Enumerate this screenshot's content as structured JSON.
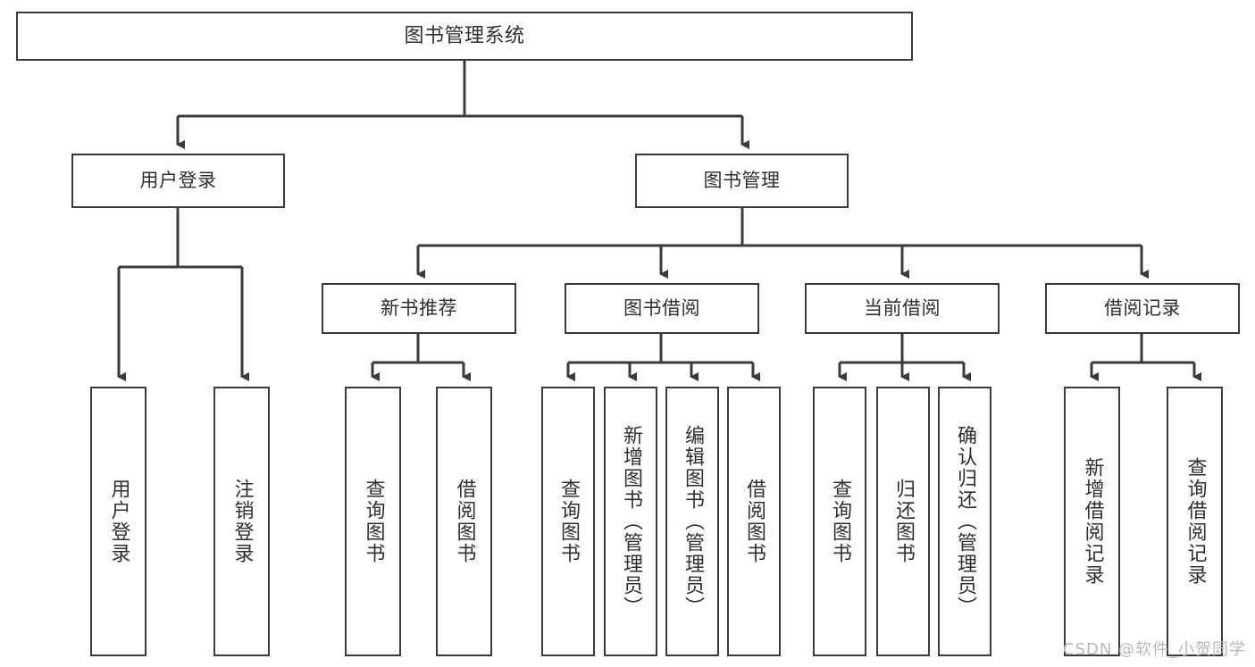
{
  "diagram": {
    "title": "图书管理系统",
    "watermark": "CSDN @软件_小贺同学",
    "colors": {
      "box_border": "#3a3a3a",
      "box_fill": "#ffffff",
      "connector": "#3a3a3a",
      "text": "#2f2f2f",
      "watermark": "#b9b9b9",
      "background": "#ffffff"
    },
    "root": {
      "label": "图书管理系统"
    },
    "level2": [
      {
        "label": "用户登录"
      },
      {
        "label": "图书管理"
      }
    ],
    "level3": [
      {
        "label": "新书推荐"
      },
      {
        "label": "图书借阅"
      },
      {
        "label": "当前借阅"
      },
      {
        "label": "借阅记录"
      }
    ],
    "leaves": {
      "user_login": [
        {
          "label": "用户登录"
        },
        {
          "label": "注销登录"
        }
      ],
      "new_book_recommend": [
        {
          "label": "查询图书"
        },
        {
          "label": "借阅图书"
        }
      ],
      "book_borrow": [
        {
          "label": "查询图书"
        },
        {
          "label": "新增图书（管理员）"
        },
        {
          "label": "编辑图书（管理员）"
        },
        {
          "label": "借阅图书"
        }
      ],
      "current_borrow": [
        {
          "label": "查询图书"
        },
        {
          "label": "归还图书"
        },
        {
          "label": "确认归还（管理员）"
        }
      ],
      "borrow_record": [
        {
          "label": "新增借阅记录"
        },
        {
          "label": "查询借阅记录"
        }
      ]
    }
  }
}
